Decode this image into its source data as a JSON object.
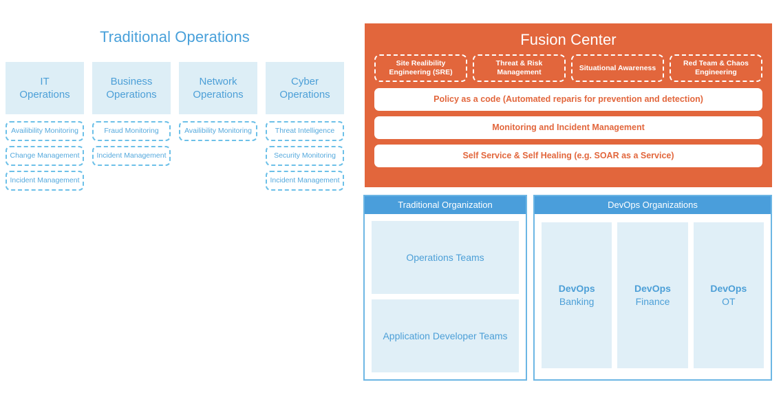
{
  "traditional_operations": {
    "title": "Traditional Operations",
    "accent_color": "#48a0da",
    "head_bg": "#ddeef6",
    "columns": [
      {
        "head": "IT\nOperations",
        "head_line1": "IT",
        "head_line2": "Operations",
        "items": [
          "Availibility Monitoring",
          "Change Management",
          "Incident Management"
        ]
      },
      {
        "head_line1": "Business",
        "head_line2": "Operations",
        "items": [
          "Fraud Monitoring",
          "Incident Management"
        ]
      },
      {
        "head_line1": "Network",
        "head_line2": "Operations",
        "items": [
          "Availibility Monitoring"
        ]
      },
      {
        "head_line1": "Cyber",
        "head_line2": "Operations",
        "items": [
          "Threat Intelligence",
          "Security Monitoring",
          "Incident Management"
        ]
      }
    ]
  },
  "fusion_center": {
    "title": "Fusion Center",
    "bg_color": "#e2663c",
    "text_color": "#ffffff",
    "pillars": [
      "Site Realibility Engineering (SRE)",
      "Threat & Risk Management",
      "Situational Awareness",
      "Red Team & Chaos Engineering"
    ],
    "bars": [
      "Policy as a code (Automated reparis for prevention and detection)",
      "Monitoring and Incident Management",
      "Self Service & Self Healing (e.g. SOAR as a Service)"
    ]
  },
  "organizations": {
    "header_bg": "#4a9edb",
    "box_bg": "#e0eff7",
    "traditional": {
      "title": "Traditional Organization",
      "teams": [
        "Operations Teams",
        "Application Developer Teams"
      ]
    },
    "devops": {
      "title": "DevOps Organizations",
      "columns": [
        {
          "line1": "DevOps",
          "line2": "Banking"
        },
        {
          "line1": "DevOps",
          "line2": "Finance"
        },
        {
          "line1": "DevOps",
          "line2": "OT"
        }
      ]
    }
  }
}
